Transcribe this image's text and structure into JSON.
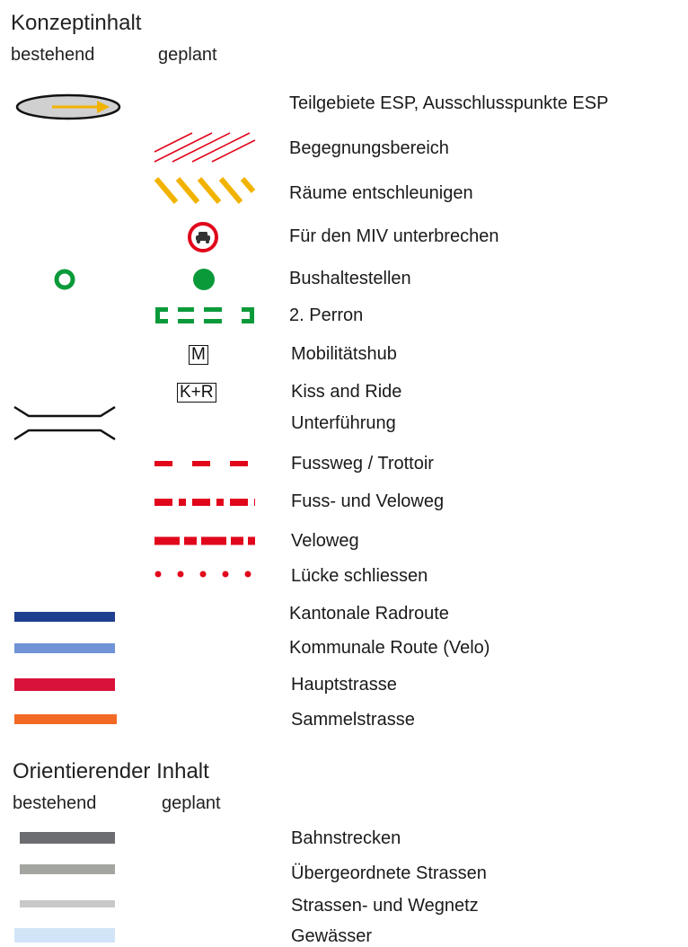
{
  "konzept": {
    "title": "Konzeptinhalt",
    "col_existing": "bestehend",
    "col_planned": "geplant",
    "items": [
      {
        "label": "Teilgebiete ESP, Ausschlusspunkte ESP"
      },
      {
        "label": "Begegnungsbereich"
      },
      {
        "label": "Räume entschleunigen"
      },
      {
        "label": "Für den MIV unterbrechen"
      },
      {
        "label": "Bushaltestellen"
      },
      {
        "label": "2. Perron"
      },
      {
        "label": "Mobilitätshub",
        "symbol": "M"
      },
      {
        "label": "Kiss and Ride",
        "symbol": "K+R"
      },
      {
        "label": "Unterführung"
      },
      {
        "label": "Fussweg / Trottoir"
      },
      {
        "label": "Fuss- und Veloweg"
      },
      {
        "label": "Veloweg"
      },
      {
        "label": "Lücke schliessen"
      },
      {
        "label": "Kantonale Radroute",
        "color": "#1f3f8f"
      },
      {
        "label": "Kommunale Route (Velo)",
        "color": "#6f93d6"
      },
      {
        "label": "Hauptstrasse",
        "color": "#d9123a"
      },
      {
        "label": "Sammelstrasse",
        "color": "#f26a25"
      }
    ]
  },
  "orient": {
    "title": "Orientierender Inhalt",
    "col_existing": "bestehend",
    "col_planned": "geplant",
    "items": [
      {
        "label": "Bahnstrecken",
        "color": "#6b6d70"
      },
      {
        "label": "Übergeordnete Strassen",
        "color": "#a3a6a0"
      },
      {
        "label": "Strassen- und Wegnetz",
        "color": "#c7c9c6"
      },
      {
        "label": "Gewässer",
        "color": "#d2e4f7"
      }
    ]
  },
  "colors": {
    "red": "#e1061b",
    "yellow": "#f2b300",
    "green": "#0a9a3a",
    "esp_fill": "#d0d0d0"
  }
}
